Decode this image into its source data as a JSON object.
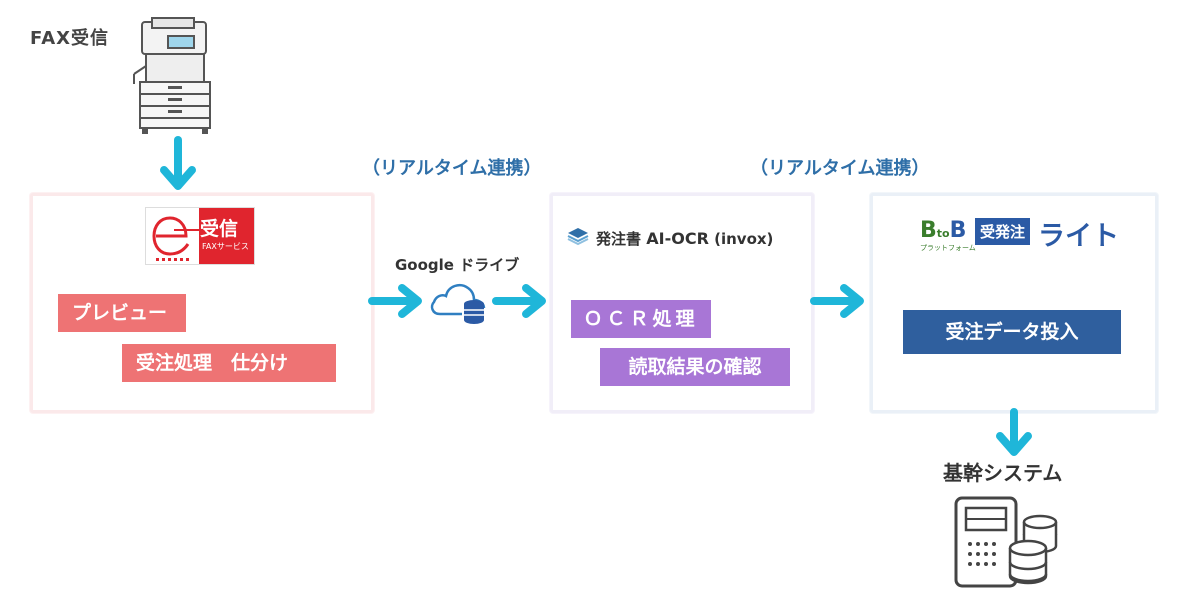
{
  "fax": {
    "label": "FAX受信"
  },
  "realtime": {
    "left": "（リアルタイム連携）",
    "right": "（リアルタイム連携）"
  },
  "panels": {
    "ereceive": {
      "logo_main": "受信",
      "logo_sub": "FAXサービス",
      "buttons": [
        "プレビュー",
        "受注処理　仕分け"
      ]
    },
    "ocr": {
      "title_prefix": "発注書",
      "title_main": "AI-OCR",
      "title_suffix": "(invox)",
      "buttons": [
        "ＯＣＲ処理",
        "読取結果の確認"
      ]
    },
    "btob": {
      "logo_b1": "B",
      "logo_to": "to",
      "logo_b2": "B",
      "logo_small": "プラットフォーム",
      "badge": "受発注",
      "name": "ライト",
      "button": "受注データ投入"
    }
  },
  "google_drive": {
    "label": "Google ドライブ"
  },
  "core_system": {
    "label": "基幹システム"
  },
  "colors": {
    "arrow": "#1fb6d9",
    "red_button": "#ee7374",
    "purple_button": "#a876d6",
    "blue_button": "#2f5f9e",
    "realtime_text": "#2f6fa8"
  }
}
